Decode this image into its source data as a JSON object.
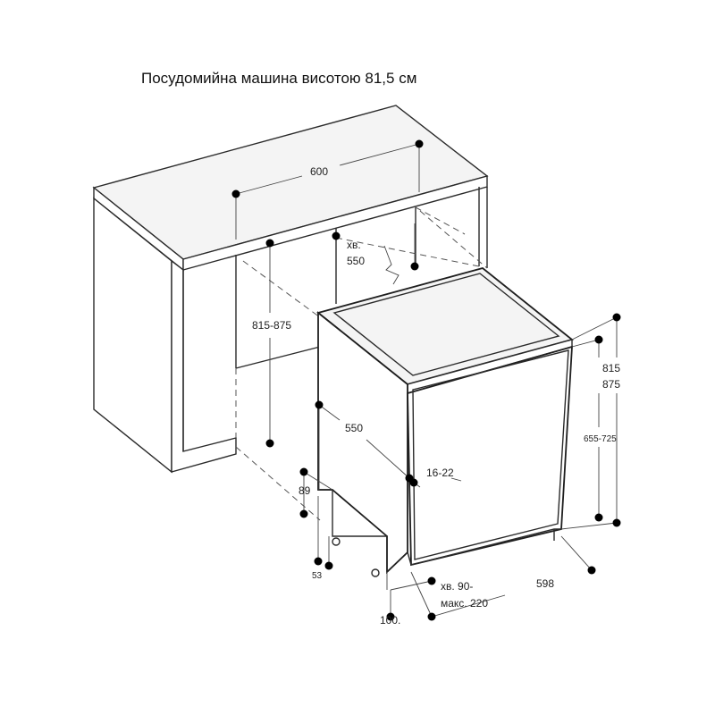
{
  "title": "Посудомийна машина висотою 81,5 см",
  "dimensions": {
    "cabinet_width": "600",
    "min_depth_label": "хв.",
    "min_depth_value": "550",
    "niche_height": "815-875",
    "appliance_depth": "550",
    "door_thickness": "16-22",
    "plinth_height": "89",
    "foot_height": "53",
    "height_low": "815",
    "height_high": "875",
    "door_panel_height": "655-725",
    "appliance_width": "598",
    "plinth_gap_line1": "хв. 90-",
    "plinth_gap_line2": "макс. 220",
    "plinth_offset": "100."
  }
}
